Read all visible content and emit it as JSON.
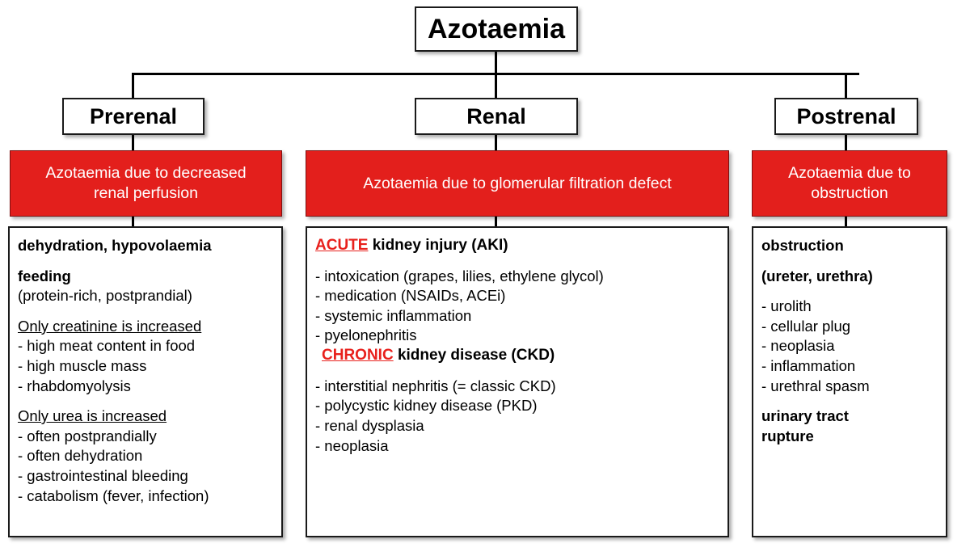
{
  "colors": {
    "red_bar": "#E31F1C",
    "red_text": "#E8201C",
    "box_border": "#1A1A1A",
    "background": "#FFFFFF",
    "text": "#000000"
  },
  "root": {
    "label": "Azotaemia"
  },
  "branches": [
    {
      "key": "prerenal",
      "title": "Prerenal",
      "definition": "Azotaemia due to decreased renal perfusion",
      "definition_lines": [
        "Azotaemia due to decreased",
        "renal perfusion"
      ],
      "content": [
        {
          "text": "dehydration, hypovolaemia",
          "style": "bold"
        },
        {
          "text": "feeding",
          "style": "bold",
          "gap": "before"
        },
        {
          "text": "(protein-rich, postprandial)",
          "style": "plain"
        },
        {
          "text": "Only creatinine is increased",
          "style": "underline",
          "gap": "before"
        },
        {
          "text": "- high meat content in food",
          "style": "plain"
        },
        {
          "text": "- high muscle mass",
          "style": "plain"
        },
        {
          "text": "- rhabdomyolysis",
          "style": "plain"
        },
        {
          "text": "Only urea is increased",
          "style": "underline",
          "gap": "before"
        },
        {
          "text": "-  often postprandially",
          "style": "plain"
        },
        {
          "text": "-  often dehydration",
          "style": "plain"
        },
        {
          "text": "-  gastrointestinal bleeding",
          "style": "plain"
        },
        {
          "text": "-  catabolism (fever, infection)",
          "style": "plain"
        }
      ]
    },
    {
      "key": "renal",
      "title": "Renal",
      "definition": "Azotaemia due to glomerular filtration defect",
      "definition_lines": [
        "Azotaemia due to glomerular filtration defect"
      ],
      "content": [
        {
          "keyword": "ACUTE",
          "rest": " kidney injury (AKI)",
          "style": "heading"
        },
        {
          "text": "- intoxication (grapes, lilies, ethylene glycol)",
          "style": "plain",
          "gap": "before"
        },
        {
          "text": "- medication (NSAIDs, ACEi)",
          "style": "plain"
        },
        {
          "text": "- systemic inflammation",
          "style": "plain"
        },
        {
          "text": "- pyelonephritis",
          "style": "plain"
        },
        {
          "keyword": "CHRONIC",
          "rest": " kidney disease (CKD)",
          "style": "heading-indent",
          "gap": "before"
        },
        {
          "text": "- interstitial nephritis (= classic CKD)",
          "style": "plain",
          "gap": "before"
        },
        {
          "text": "- polycystic kidney disease (PKD)",
          "style": "plain"
        },
        {
          "text": "- renal dysplasia",
          "style": "plain"
        },
        {
          "text": "- neoplasia",
          "style": "plain"
        }
      ]
    },
    {
      "key": "postrenal",
      "title": "Postrenal",
      "definition": "Azotaemia due to obstruction",
      "definition_lines": [
        "Azotaemia due to",
        "obstruction"
      ],
      "content": [
        {
          "text": "obstruction",
          "style": "bold"
        },
        {
          "text": "(ureter, urethra)",
          "style": "bold",
          "gap": "before"
        },
        {
          "text": "- urolith",
          "style": "plain",
          "gap": "before"
        },
        {
          "text": "- cellular plug",
          "style": "plain"
        },
        {
          "text": "- neoplasia",
          "style": "plain"
        },
        {
          "text": "- inflammation",
          "style": "plain"
        },
        {
          "text": "- urethral spasm",
          "style": "plain"
        },
        {
          "text": "urinary tract",
          "style": "bold",
          "gap": "before"
        },
        {
          "text": "rupture",
          "style": "bold"
        }
      ]
    }
  ]
}
